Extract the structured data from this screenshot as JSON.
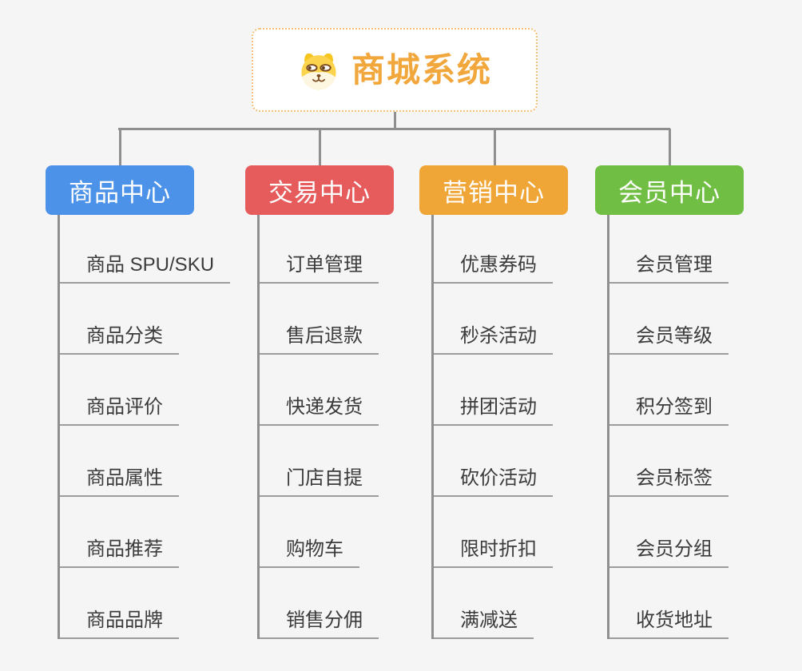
{
  "page": {
    "background": "#f5f5f5",
    "connector_color": "#8f8f8f",
    "underline_color": "#9c9c9c",
    "item_text_color": "#3b3b3b"
  },
  "root": {
    "title": "商城系统",
    "icon": "dog-face-icon",
    "text_color": "#f1a73c",
    "border_color": "#f2c179",
    "background": "#ffffff"
  },
  "branches": [
    {
      "label": "商品中心",
      "color": "#4b92e8",
      "items": [
        "商品 SPU/SKU",
        "商品分类",
        "商品评价",
        "商品属性",
        "商品推荐",
        "商品品牌"
      ]
    },
    {
      "label": "交易中心",
      "color": "#e65c5c",
      "items": [
        "订单管理",
        "售后退款",
        "快递发货",
        "门店自提",
        "购物车",
        "销售分佣"
      ]
    },
    {
      "label": "营销中心",
      "color": "#f0a637",
      "items": [
        "优惠券码",
        "秒杀活动",
        "拼团活动",
        "砍价活动",
        "限时折扣",
        "满减送"
      ]
    },
    {
      "label": "会员中心",
      "color": "#70be44",
      "items": [
        "会员管理",
        "会员等级",
        "积分签到",
        "会员标签",
        "会员分组",
        "收货地址"
      ]
    }
  ]
}
